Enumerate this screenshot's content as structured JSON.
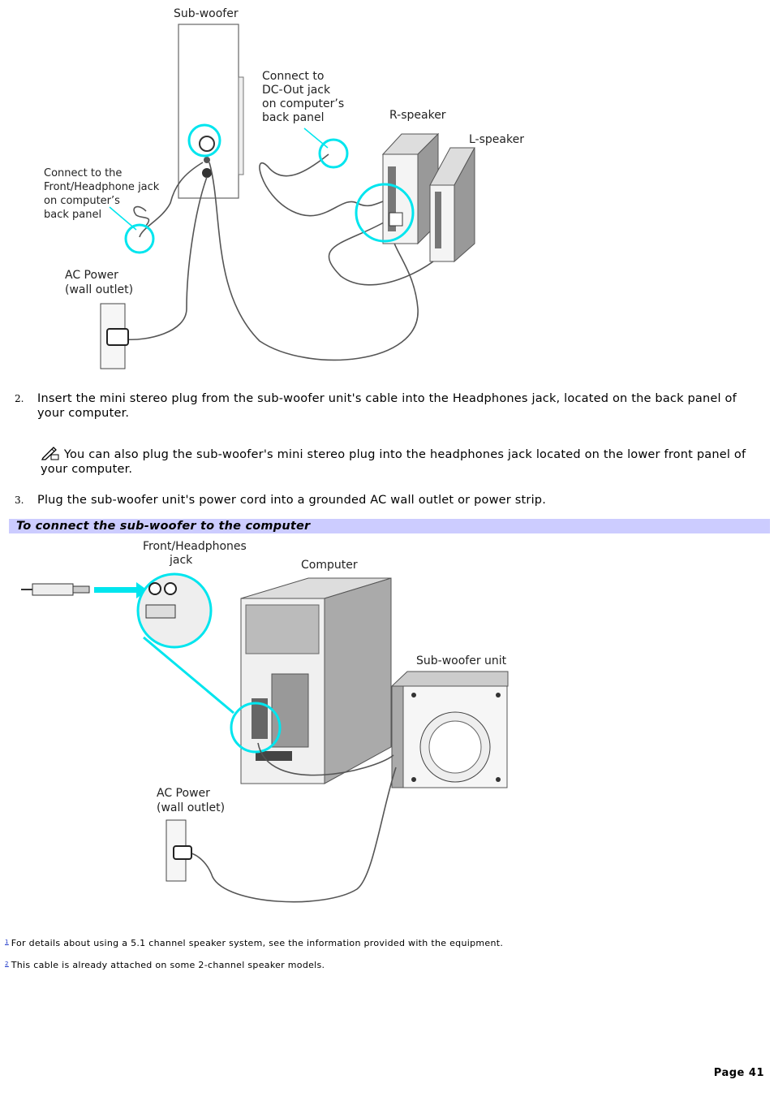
{
  "figure1": {
    "labels": {
      "subwoofer": "Sub-woofer",
      "dcout": [
        "Connect to",
        "DC-Out jack",
        "on computer’s",
        "back panel"
      ],
      "rspeaker": "R-speaker",
      "lspeaker": "L-speaker",
      "headphone": [
        "Connect to the",
        "Front/Headphone jack",
        "on computer’s",
        "back panel"
      ],
      "acpower": [
        "AC Power",
        "(wall outlet)"
      ]
    }
  },
  "steps": [
    {
      "num": "2.",
      "text": "Insert the mini stereo plug from the sub-woofer unit's cable into the Headphones jack, located on the back panel of your computer."
    },
    {
      "num": "3.",
      "text": "Plug the sub-woofer unit's power cord into a grounded AC wall outlet or power strip."
    }
  ],
  "note": {
    "icon": "note-pen-icon",
    "text": "You can also plug the sub-woofer's mini stereo plug into the headphones jack located on the lower front panel of your computer."
  },
  "section_title": "To connect the sub-woofer to the computer",
  "figure2": {
    "labels": {
      "frontheadphones": [
        "Front/Headphones",
        "jack"
      ],
      "computer": "Computer",
      "subwooferunit": "Sub-woofer unit",
      "acpower": [
        "AC Power",
        "(wall outlet)"
      ]
    }
  },
  "footnotes": [
    {
      "ref": "1",
      "text": "For details about using a 5.1 channel speaker system, see the information provided with the equipment."
    },
    {
      "ref": "2",
      "text": "This cable is already attached on some 2-channel speaker models."
    }
  ],
  "page_label": "Page 41",
  "colors": {
    "highlight": "#00e5ee",
    "section_bar": "#ccccff"
  }
}
